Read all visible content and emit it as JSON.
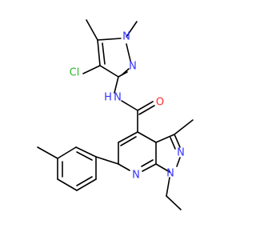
{
  "molecule": {
    "atoms": {
      "cl": "Cl",
      "n_pz1_1": "N",
      "n_pz1_2": "N",
      "n_amide": "N",
      "h_amide": "H",
      "o_carbonyl": "O",
      "n_pz2_2": "N",
      "n_pz2_1": "N",
      "n_pyridine": "N"
    },
    "colors": {
      "nitrogen": "#3333ff",
      "oxygen": "#ff2a2a",
      "chlorine": "#2db82d",
      "carbon": "#000000"
    }
  }
}
